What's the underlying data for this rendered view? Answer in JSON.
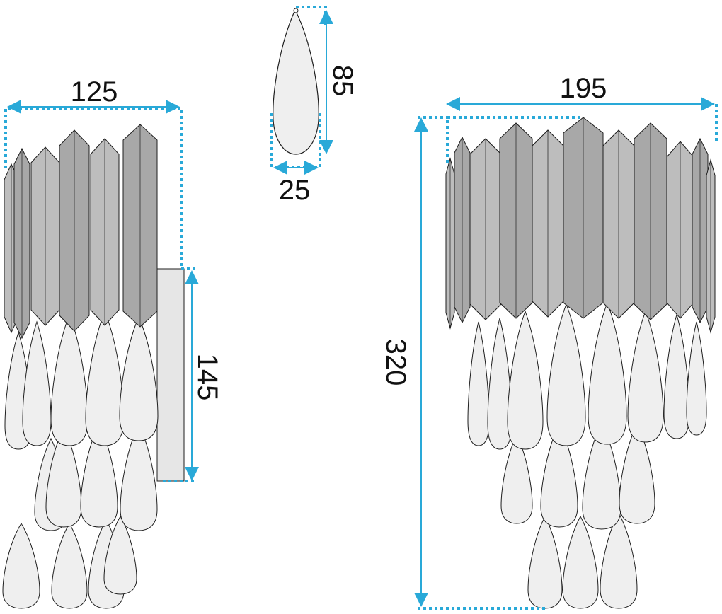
{
  "colors": {
    "dimension_line": "#29a9d8",
    "outline": "#1e1e1e",
    "slat_fill": "#bdbdbd",
    "slat_shade": "#a8a8a8",
    "crystal_fill": "#efefef",
    "plate_fill": "#e6e6e6"
  },
  "wall_lamp": {
    "width_label": "125",
    "plate_height_label": "145"
  },
  "crystal": {
    "height_label": "85",
    "width_label": "25"
  },
  "ceiling_lamp": {
    "width_label": "195",
    "height_label": "320"
  },
  "icons": [
    "dimension-arrow-icon",
    "crystal-drop-icon"
  ]
}
